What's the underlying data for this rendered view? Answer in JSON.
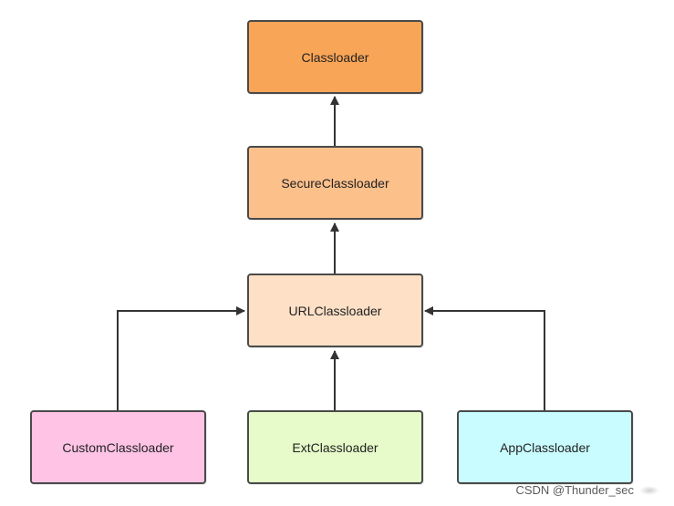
{
  "diagram": {
    "nodes": {
      "classloader": {
        "label": "Classloader",
        "fill": "#F9A557"
      },
      "secure": {
        "label": "SecureClassloader",
        "fill": "#FCC08B"
      },
      "url": {
        "label": "URLClassloader",
        "fill": "#FDE0C6"
      },
      "custom": {
        "label": "CustomClassloader",
        "fill": "#FFC3E6"
      },
      "ext": {
        "label": "ExtClassloader",
        "fill": "#E6FBC9"
      },
      "app": {
        "label": "AppClassloader",
        "fill": "#C8FCFF"
      }
    },
    "edges": [
      {
        "from": "secure",
        "to": "classloader"
      },
      {
        "from": "url",
        "to": "secure"
      },
      {
        "from": "ext",
        "to": "url"
      },
      {
        "from": "custom",
        "to": "url"
      },
      {
        "from": "app",
        "to": "url"
      }
    ],
    "stroke_color": "#333333"
  },
  "watermark": {
    "text": "CSDN @Thunder_sec"
  }
}
